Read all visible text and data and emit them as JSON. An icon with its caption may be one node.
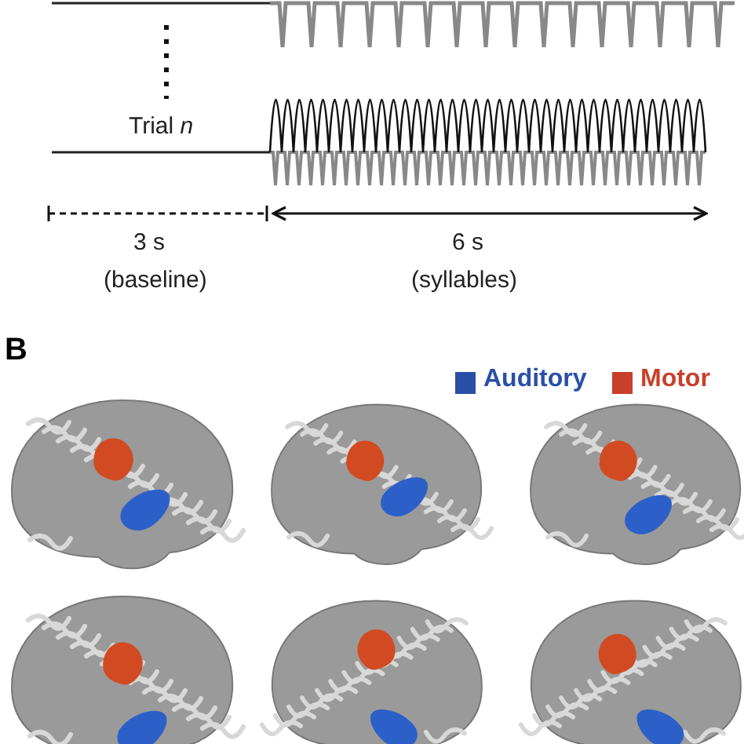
{
  "diagram": {
    "labels": [
      "Trial *n*",
      "3 s",
      "(baseline)",
      "6 s",
      "(syllables)",
      "B"
    ],
    "legend": [
      {
        "text": "Auditory",
        "color": "#2a4fa8"
      },
      {
        "text": "Motor",
        "color": "#c8402a"
      }
    ]
  }
}
